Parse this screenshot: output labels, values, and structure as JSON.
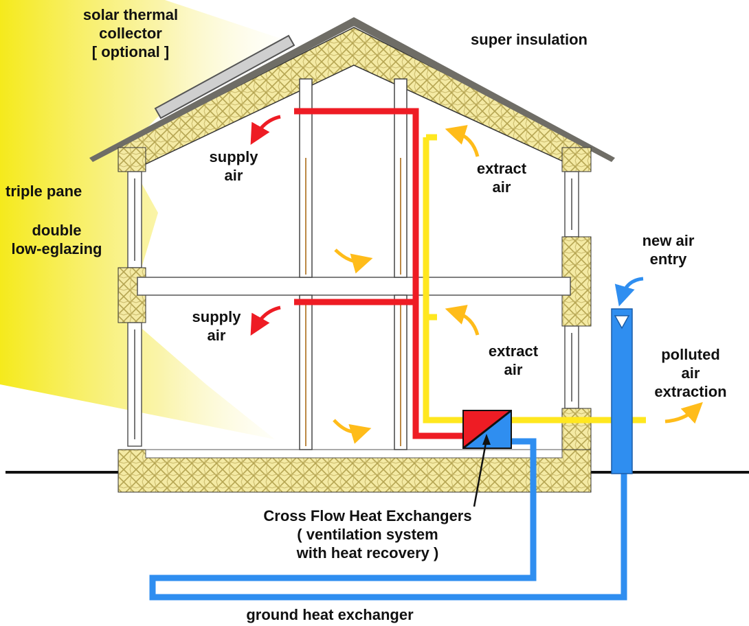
{
  "labels": {
    "solar_collector": [
      "solar thermal",
      "collector",
      "[ optional ]"
    ],
    "super_insulation": "super insulation",
    "supply_air_upper": [
      "supply",
      "air"
    ],
    "supply_air_lower": [
      "supply",
      "air"
    ],
    "extract_air_upper": [
      "extract",
      "air"
    ],
    "extract_air_lower": [
      "extract",
      "air"
    ],
    "triple_pane": "triple pane",
    "double_glazing": [
      "double",
      "low-eglazing"
    ],
    "new_air_entry": [
      "new air",
      "entry"
    ],
    "polluted_air": [
      "polluted",
      "air",
      "extraction"
    ],
    "heat_exchanger": [
      "Cross Flow Heat Exchangers",
      "( ventilation system",
      "with heat recovery )"
    ],
    "ground_heat_exchanger": "ground heat exchanger"
  },
  "colors": {
    "sun": "#f5ea1c",
    "insulation": "#f4eaa4",
    "insulation_pattern": "#b5a552",
    "roof": "#6f6d66",
    "supply_duct": "#ee1c24",
    "extract_duct": "#ffe71f",
    "fresh_air_duct": "#2f8ef0",
    "arrow_warm": "#ffbc1a",
    "ground": "#111111"
  }
}
